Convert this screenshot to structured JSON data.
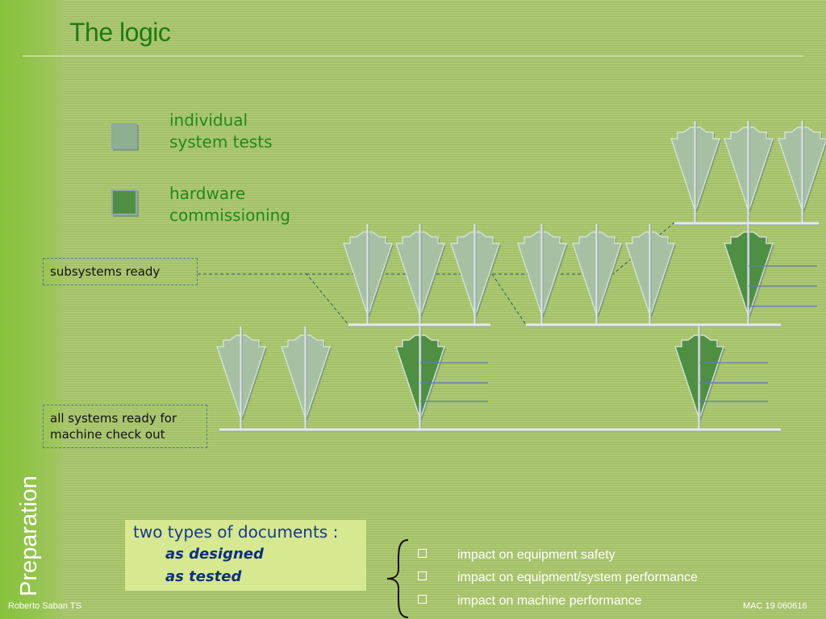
{
  "slide": {
    "title": "The logic",
    "section_label": "Preparation"
  },
  "legend": [
    {
      "label_line1": "individual",
      "label_line2": "system tests",
      "color": "#8fb08f"
    },
    {
      "label_line1": "hardware",
      "label_line2": "commissioning",
      "color": "#4f8f43"
    }
  ],
  "notes": {
    "subsystems": "subsystems ready",
    "all_systems_line1": "all systems ready for",
    "all_systems_line2": "machine check out"
  },
  "documents": {
    "heading": "two types of documents :",
    "items": [
      "as designed",
      "as tested"
    ]
  },
  "impacts": [
    "impact on equipment safety",
    "impact on equipment/system performance",
    "impact on machine performance"
  ],
  "footer": {
    "left": "Roberto Saban TS",
    "right": "MAC 19  060616"
  },
  "colors": {
    "individual_arrow": "#a7c0a3",
    "commissioning_arrow": "#4f8f43",
    "title": "#1f7a14"
  }
}
